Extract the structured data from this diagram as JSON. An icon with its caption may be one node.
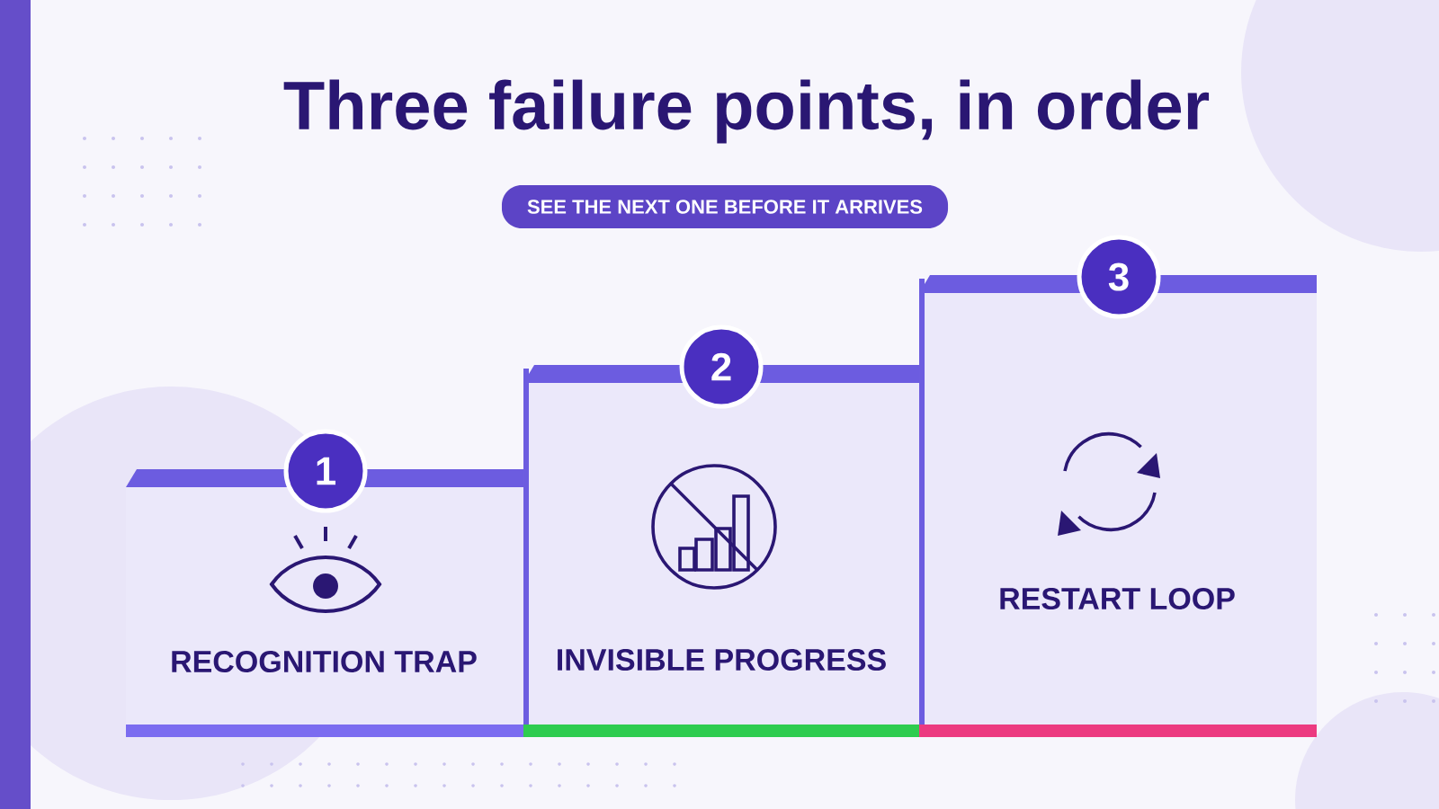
{
  "diagram": {
    "title": "Three failure points, in order",
    "nodes": [
      {
        "text": [
          "SEE THE NEXT ONE BEFORE IT ARRIVES"
        ]
      },
      {
        "text": [
          "RECOGNITION TRAP"
        ]
      },
      {
        "text": [
          "1"
        ]
      },
      {
        "text": [
          "INVISIBLE PROGRESS"
        ]
      },
      {
        "text": [
          "2"
        ]
      },
      {
        "text": [
          "RESTART LOOP"
        ]
      },
      {
        "text": [
          "3"
        ]
      }
    ]
  }
}
